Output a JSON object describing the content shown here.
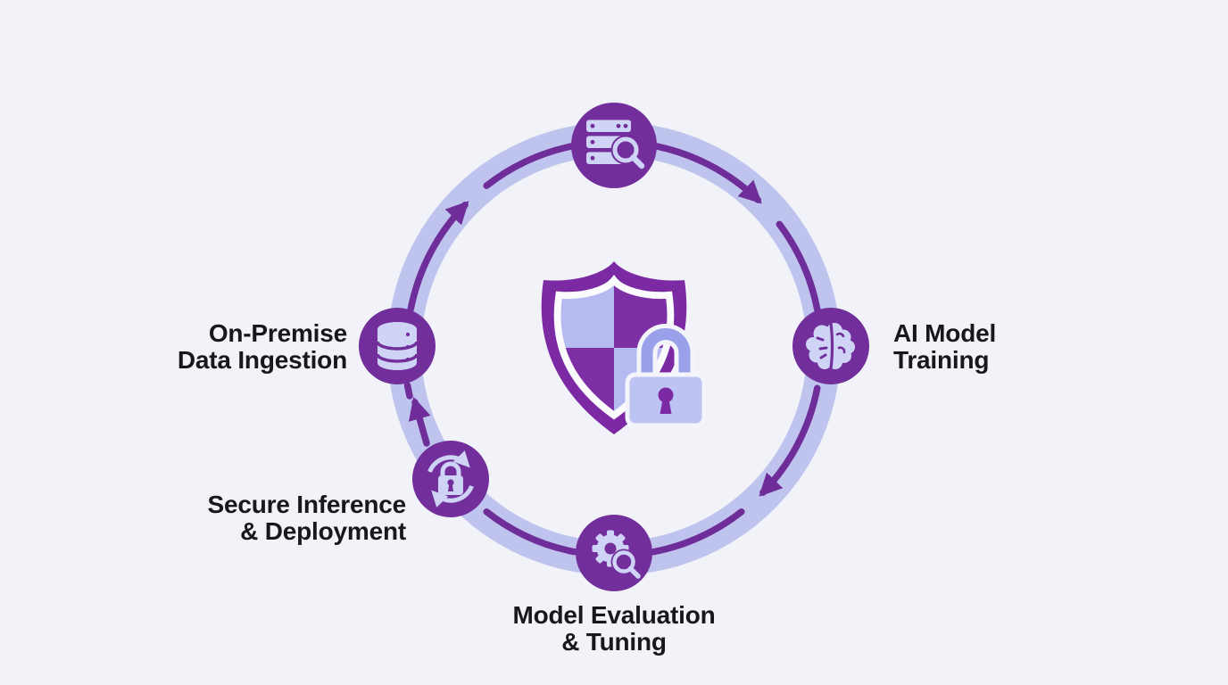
{
  "diagram": {
    "center_icon": "shield-lock",
    "nodes": [
      {
        "id": "top",
        "icon": "server-search",
        "label": ""
      },
      {
        "id": "right",
        "icon": "brain",
        "label": "AI Model\nTraining"
      },
      {
        "id": "bottom",
        "icon": "gear-search",
        "label": "Model Evaluation\n& Tuning"
      },
      {
        "id": "bottom-left",
        "icon": "lock-refresh",
        "label": "Secure Inference\n& Deployment"
      },
      {
        "id": "left",
        "icon": "database",
        "label": "On-Premise\nData Ingestion"
      }
    ],
    "colors": {
      "background": "#f2f3f8",
      "ring": "#bfc4ee",
      "arrow": "#6e2d99",
      "node": "#722f9c",
      "icon": "#cfd4f6",
      "text": "#17171c",
      "shield": "#7b2aa3",
      "shield_quad_light": "#b5bbf1",
      "shield_quad_dark": "#7d30a5",
      "lock_body": "#bdc4f4",
      "lock_shackle": "#99a1ea",
      "halo": "#f4f5fa"
    }
  }
}
